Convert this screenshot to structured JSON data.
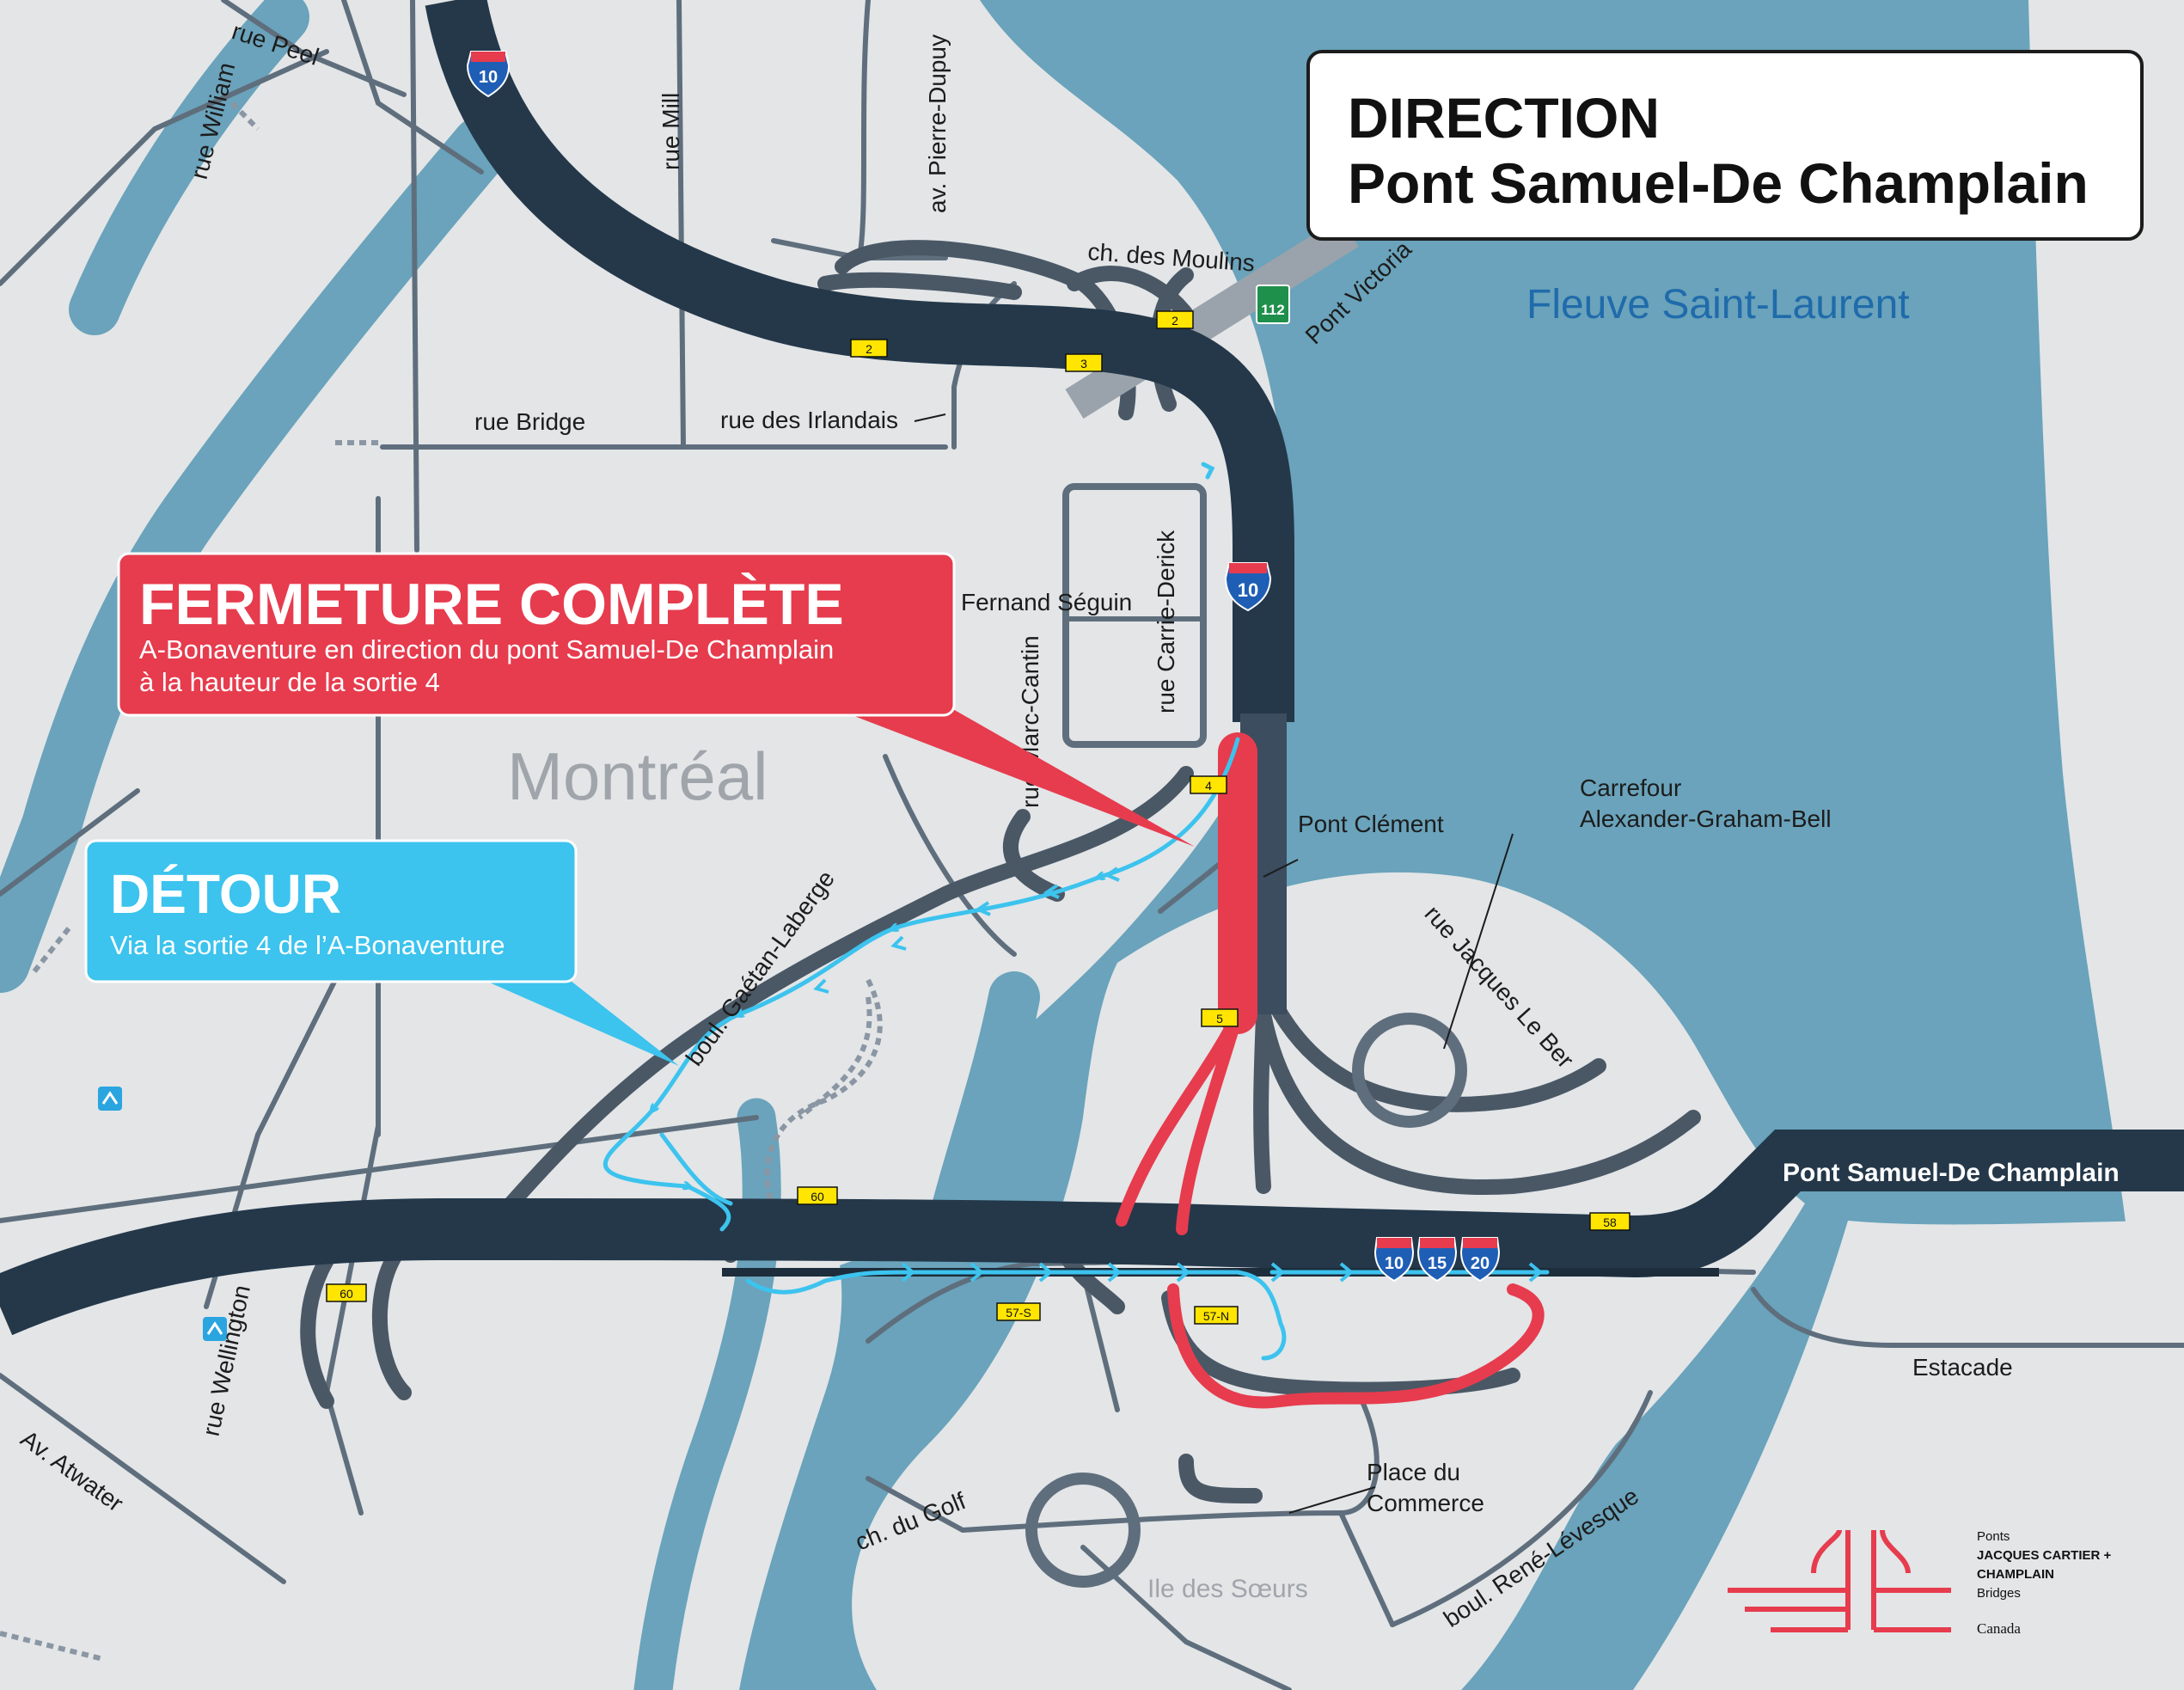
{
  "direction_box": {
    "line1": "DIRECTION",
    "line2": "Pont Samuel-De Champlain"
  },
  "closure_callout": {
    "title": "FERMETURE COMPLÈTE",
    "line1": "A-Bonaventure en direction du pont Samuel-De Champlain",
    "line2": "à la hauteur de la sortie 4",
    "color": "#e63c4e"
  },
  "detour_callout": {
    "title": "DÉTOUR",
    "line1": "Via la sortie 4 de l’A-Bonaventure",
    "color": "#3cc3ee"
  },
  "area_labels": {
    "city": "Montréal",
    "river": "Fleuve Saint-Laurent",
    "island": "Ile des Sœurs"
  },
  "street_labels": {
    "rue_peel": "rue Peel",
    "rue_william": "rue William",
    "rue_mill": "rue Mill",
    "av_pierre_dupuy": "av. Pierre-Dupuy",
    "ch_des_moulins": "ch. des Moulins",
    "pont_victoria": "Pont Victoria",
    "rue_bridge": "rue Bridge",
    "rue_des_irlandais": "rue des Irlandais",
    "fernand_seguin": "Fernand Séguin",
    "rue_carrie_derick": "rue Carrie-Derick",
    "rue_marc_cantin": "rue Marc-Cantin",
    "pont_clement": "Pont Clément",
    "carrefour_line1": "Carrefour",
    "carrefour_line2": "Alexander-Graham-Bell",
    "rue_jacques_le_ber": "rue Jacques Le Ber",
    "boul_gaetan_laberge": "boul. Gaétan-Laberge",
    "pont_samuel_de_champlain": "Pont Samuel-De Champlain",
    "estacade": "Estacade",
    "rue_wellington": "rue Wellington",
    "av_atwater": "Av. Atwater",
    "ch_du_golf": "ch. du Golf",
    "place_du_commerce_line1": "Place du",
    "place_du_commerce_line2": "Commerce",
    "boul_rene_levesque": "boul. René-Lévesque"
  },
  "exits": {
    "e2a": "2",
    "e2b": "2",
    "e3": "3",
    "e4": "4",
    "e5": "5",
    "e60a": "60",
    "e60b": "60",
    "e57s": "57-S",
    "e57n": "57-N",
    "e58": "58"
  },
  "shields": {
    "i10_top": "10",
    "i10_mid": "10",
    "i10": "10",
    "i15": "15",
    "i20": "20",
    "r112": "112"
  },
  "logo": {
    "line1": "Ponts",
    "line2": "JACQUES CARTIER +",
    "line3": "CHAMPLAIN",
    "line4": "Bridges",
    "line5": "Canada"
  },
  "colors": {
    "water": "#6aa3bb",
    "land": "#e3e5e7",
    "highway": "#24384a",
    "road": "#5f6e7c",
    "closure": "#e63c4e",
    "detour": "#3cc3ee",
    "exit_tag": "#ffe500"
  },
  "icons": {
    "metro_station": "metro-icon",
    "detour_arrow": "chevron-arrow-icon"
  }
}
